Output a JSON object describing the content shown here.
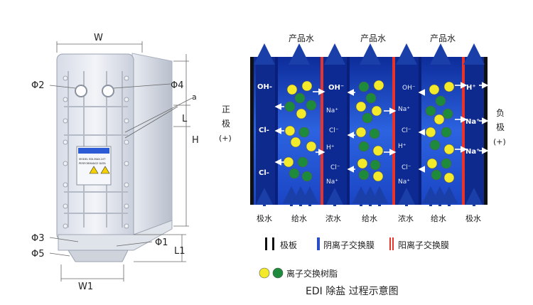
{
  "dims": {
    "W": "W",
    "H": "H",
    "L": "L",
    "L1": "L1",
    "W1": "W1",
    "a": "a"
  },
  "ports": {
    "p1": "Φ1",
    "p2": "Φ2",
    "p3": "Φ3",
    "p4": "Φ4",
    "p5": "Φ5"
  },
  "module_label": {
    "line1": "MODEL  EDI-MAX-10T",
    "line2": "PERFORMANCE DATA"
  },
  "top_labels": [
    "产品水",
    "产品水",
    "产品水"
  ],
  "left_electrode": {
    "sign": "正",
    "word": "极",
    "pol": "(+)"
  },
  "right_electrode": {
    "sign": "负",
    "word": "极",
    "pol": "(+)"
  },
  "ions": {
    "oh1": "OH-",
    "oh_arrow": "OH⁻",
    "oh2": "OH⁻",
    "cl_l1": "Cl-",
    "cl_l2": "Cl-",
    "na1": "Na⁺",
    "cl1": "Cl⁻",
    "h1": "H⁺",
    "cl2": "Cl⁻",
    "na2": "Na⁺",
    "na3": "Na⁺",
    "cl3": "Cl⁻",
    "h2": "H⁺",
    "cl4": "Cl⁻",
    "na4": "Na⁺",
    "hr": "H⁺",
    "nar1": "Na⁺",
    "nar2": "Na⁺"
  },
  "bottom_labels": [
    "极水",
    "给水",
    "浓水",
    "给水",
    "浓水",
    "给水",
    "极水"
  ],
  "legend": {
    "plate": "极板",
    "anion": "阴离子交换膜",
    "cation": "阳离子交换膜",
    "resin": "离子交换树脂",
    "caption": "EDI 除盐 过程示意图"
  },
  "colors": {
    "cell_blue": "#1f4fd0",
    "deep_blue": "#0a1f7a",
    "red": "#e8342a",
    "yellow": "#f2ea2a",
    "green": "#1e8a3c",
    "arrow": "#1a3fa8"
  }
}
